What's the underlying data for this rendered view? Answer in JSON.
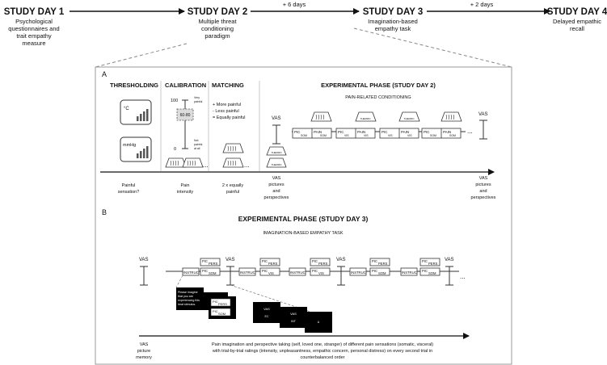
{
  "timeline": {
    "days": [
      {
        "title": "STUDY DAY 1",
        "lines": [
          "Psychological",
          "questionnaires and",
          "trait empathy",
          "measure"
        ]
      },
      {
        "title": "STUDY DAY 2",
        "lines": [
          "Multiple threat",
          "conditioning",
          "paradigm"
        ]
      },
      {
        "title": "STUDY DAY 3",
        "lines": [
          "Imagination-based",
          "empathy task"
        ]
      },
      {
        "title": "STUDY DAY 4",
        "lines": [
          "Delayed empathic",
          "recall"
        ]
      }
    ],
    "gaps": [
      "+ 6 days",
      "+ 2 days"
    ]
  },
  "panel_a": {
    "letter": "A",
    "sections": [
      "THRESHOLDING",
      "CALIBRATION",
      "MATCHING",
      "EXPERIMENTAL PHASE (STUDY DAY 2)"
    ],
    "subtitle": "PAIN-RELATED CONDITIONING",
    "thermo_unit": "°C",
    "pressure_unit": "mmHg",
    "scale": {
      "top": "100",
      "bottom": "0",
      "top_label": [
        "Very",
        "painful"
      ],
      "bottom_label": [
        "Not",
        "painful",
        "at all"
      ],
      "range": "60-80"
    },
    "matching_options": [
      "+  More painful",
      "-  Less painful",
      "=  Equally painful"
    ],
    "ellipsis": "...",
    "thermode_label": "THERMO",
    "vas": "VAS",
    "trial_boxes": [
      {
        "top": "PIC",
        "top_sub": "SOM",
        "bottom": "PAIN",
        "bottom_sub": "SOM"
      },
      {
        "top": "PIC",
        "top_sub": "VIS",
        "bottom": "PAIN",
        "bottom_sub": "VIS"
      },
      {
        "top": "PIC",
        "top_sub": "VIS",
        "bottom": "PAIN",
        "bottom_sub": "VIS"
      },
      {
        "top": "PIC",
        "top_sub": "SOM",
        "bottom": "PAIN",
        "bottom_sub": "SOM"
      }
    ],
    "axis_labels": [
      [
        "Painful",
        "sensation?"
      ],
      [
        "Pain",
        "intensity"
      ],
      [
        "2 x equally",
        "painful"
      ],
      [
        "VAS",
        "pictures",
        "and",
        "perspectives"
      ],
      [
        "VAS",
        "pictures",
        "and",
        "perspectives"
      ]
    ]
  },
  "panel_b": {
    "letter": "B",
    "title": "EXPERIMENTAL PHASE (STUDY DAY 3)",
    "subtitle": "IMAGINATION-BASED EMPATHY TASK",
    "vas": "VAS",
    "instruc": "INSTRUC",
    "pers": "PERS",
    "pic": "PIC",
    "trials": [
      "SOM",
      "VIS",
      "VIS",
      "SOM"
    ],
    "ellipsis": "...",
    "screen_text": [
      "Please imagine",
      "that you are",
      "experiencing this",
      "heat stimulus."
    ],
    "screens": [
      "A",
      "VAS",
      "VAS",
      "A"
    ],
    "screen_subs": [
      "EC",
      "INT"
    ],
    "bottom_left": [
      "VAS",
      "picture",
      "memory"
    ],
    "description": [
      "Pain imagination and perspective taking (self, loved one, stranger) of different pain sensations (somatic, visceral)",
      "with trial-by-trial ratings (intensity, unpleasantness, empathic concern, personal distress) on every second trial in",
      "counterbalanced order"
    ]
  }
}
